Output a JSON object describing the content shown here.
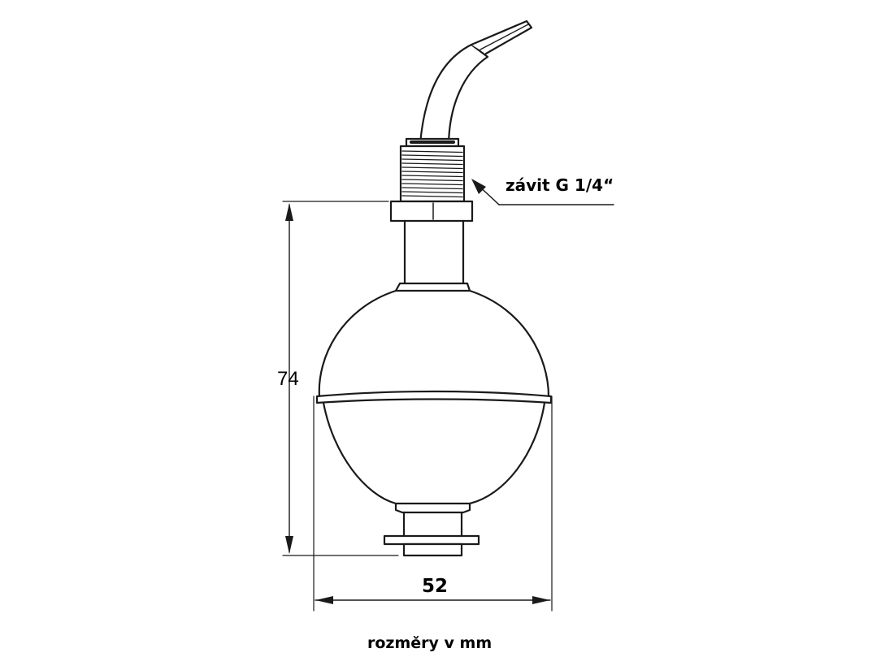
{
  "annotations": {
    "thread": "závit G 1/4“",
    "height": "74",
    "width": "52",
    "units": "rozměry v mm"
  },
  "colors": {
    "line": "#1a1a1a",
    "background": "#ffffff"
  }
}
